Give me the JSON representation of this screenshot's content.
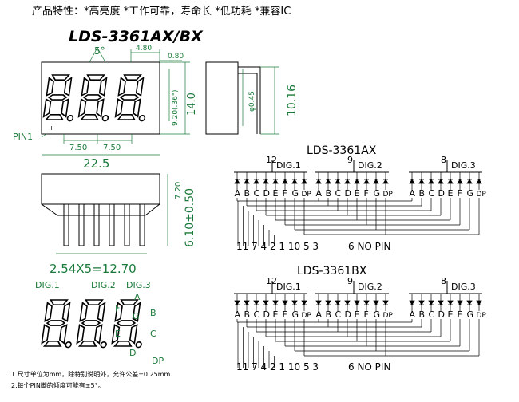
{
  "header": {
    "features": "产品特性：*高亮度 *工作可靠，寿命长 *低功耗 *兼容IC"
  },
  "part_title": "LDS-3361AX/BX",
  "front_view": {
    "angle": "5°",
    "dim_4_80": "4.80",
    "dim_0_80": "0.80",
    "dim_9_20": "9.20(.36\")",
    "dim_14_0": "14.0",
    "dim_7_50_a": "7.50",
    "dim_7_50_b": "7.50",
    "dim_22_5": "22.5",
    "pin1": "PIN1",
    "plus": "+"
  },
  "side_view": {
    "dim_0_45": "φ0.45",
    "dim_10_16": "10.16"
  },
  "bottom_view": {
    "dim_7_20": "7.20",
    "dim_6_10": "6.10±0.50",
    "pitch": "2.54X5=12.70"
  },
  "segment_legend": {
    "dig1": "DIG.1",
    "dig2": "DIG.2",
    "dig3": "DIG.3",
    "seg_labels": [
      "A",
      "B",
      "C",
      "D",
      "E",
      "F",
      "G",
      "DP"
    ]
  },
  "schematic_ax": {
    "title": "LDS-3361AX",
    "digits": [
      {
        "label": "DIG.1",
        "pin": "12"
      },
      {
        "label": "DIG.2",
        "pin": "9"
      },
      {
        "label": "DIG.3",
        "pin": "8"
      }
    ],
    "segments": [
      "A",
      "B",
      "C",
      "D",
      "E",
      "F",
      "G",
      "DP"
    ],
    "pin_numbers": "11 7 4 2 1 10 5 3",
    "no_pin": "6     NO PIN"
  },
  "schematic_bx": {
    "title": "LDS-3361BX",
    "digits": [
      {
        "label": "DIG.1",
        "pin": "12"
      },
      {
        "label": "DIG.2",
        "pin": "9"
      },
      {
        "label": "DIG.3",
        "pin": "8"
      }
    ],
    "segments": [
      "A",
      "B",
      "C",
      "D",
      "E",
      "F",
      "G",
      "DP"
    ],
    "pin_numbers": "11 7 4 2 1 10 5 3",
    "no_pin": "6     NO PIN"
  },
  "notes": {
    "line1": "1.尺寸单位为mm，除特别说明外，允许公差±0.25mm",
    "line2": "2.每个PIN脚的倾度可能有±5°。"
  },
  "colors": {
    "dimension_green": "#1a7a3a",
    "ink": "#000000"
  }
}
